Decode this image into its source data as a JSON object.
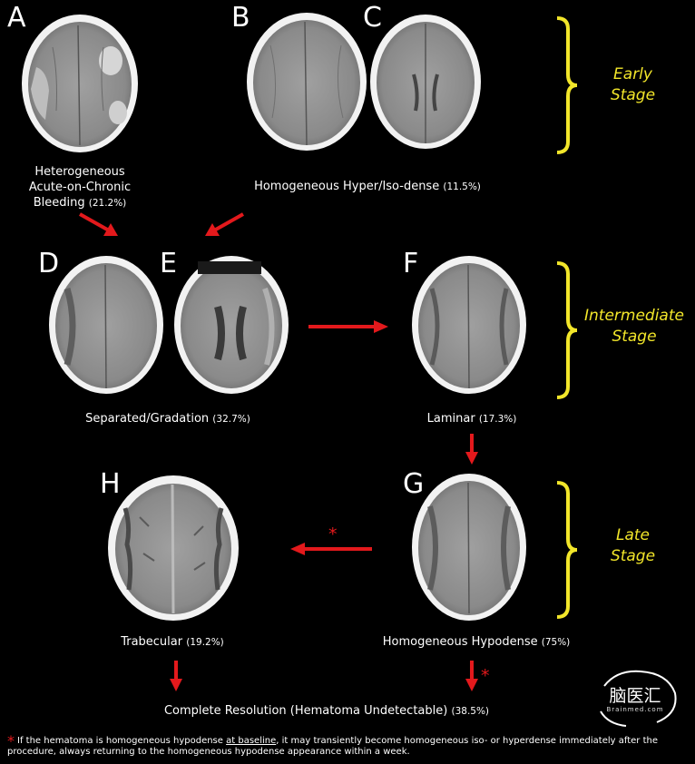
{
  "panels": {
    "a": {
      "letter": "A"
    },
    "b": {
      "letter": "B"
    },
    "c": {
      "letter": "C"
    },
    "d": {
      "letter": "D"
    },
    "e": {
      "letter": "E"
    },
    "f": {
      "letter": "F"
    },
    "g": {
      "letter": "G"
    },
    "h": {
      "letter": "H"
    }
  },
  "captions": {
    "heterogeneous": {
      "line1": "Heterogeneous",
      "line2": "Acute-on-Chronic",
      "line3": "Bleeding",
      "pct": "(21.2%)"
    },
    "homogeneous_hyper": {
      "label": "Homogeneous Hyper/Iso-dense",
      "pct": "(11.5%)"
    },
    "separated": {
      "label": "Separated/Gradation",
      "pct": "(32.7%)"
    },
    "laminar": {
      "label": "Laminar",
      "pct": "(17.3%)"
    },
    "trabecular": {
      "label": "Trabecular",
      "pct": "(19.2%)"
    },
    "homogeneous_hypo": {
      "label": "Homogeneous Hypodense",
      "pct": "(75%)"
    },
    "resolution": {
      "label": "Complete Resolution",
      "detail": "(Hematoma Undetectable)",
      "pct": "(38.5%)"
    }
  },
  "stages": {
    "early": {
      "line1": "Early",
      "line2": "Stage"
    },
    "intermediate": {
      "line1": "Intermediate",
      "line2": "Stage"
    },
    "late": {
      "line1": "Late",
      "line2": "Stage"
    }
  },
  "asterisk": "*",
  "footnote": {
    "star": "*",
    "pre": "If the hematoma is homogeneous hypodense",
    "underlined": "at baseline",
    "post": ", it may transiently become homogeneous iso- or hyperdense immediately after the procedure, always returning to the homogeneous hypodense appearance within a week."
  },
  "logo": {
    "text": "脑医汇",
    "sub": "Brainmed.com"
  },
  "colors": {
    "arrow": "#e3191c",
    "brace": "#f2e62a",
    "skull": "#f4f4f4",
    "tissue": "#8c8c8c"
  }
}
